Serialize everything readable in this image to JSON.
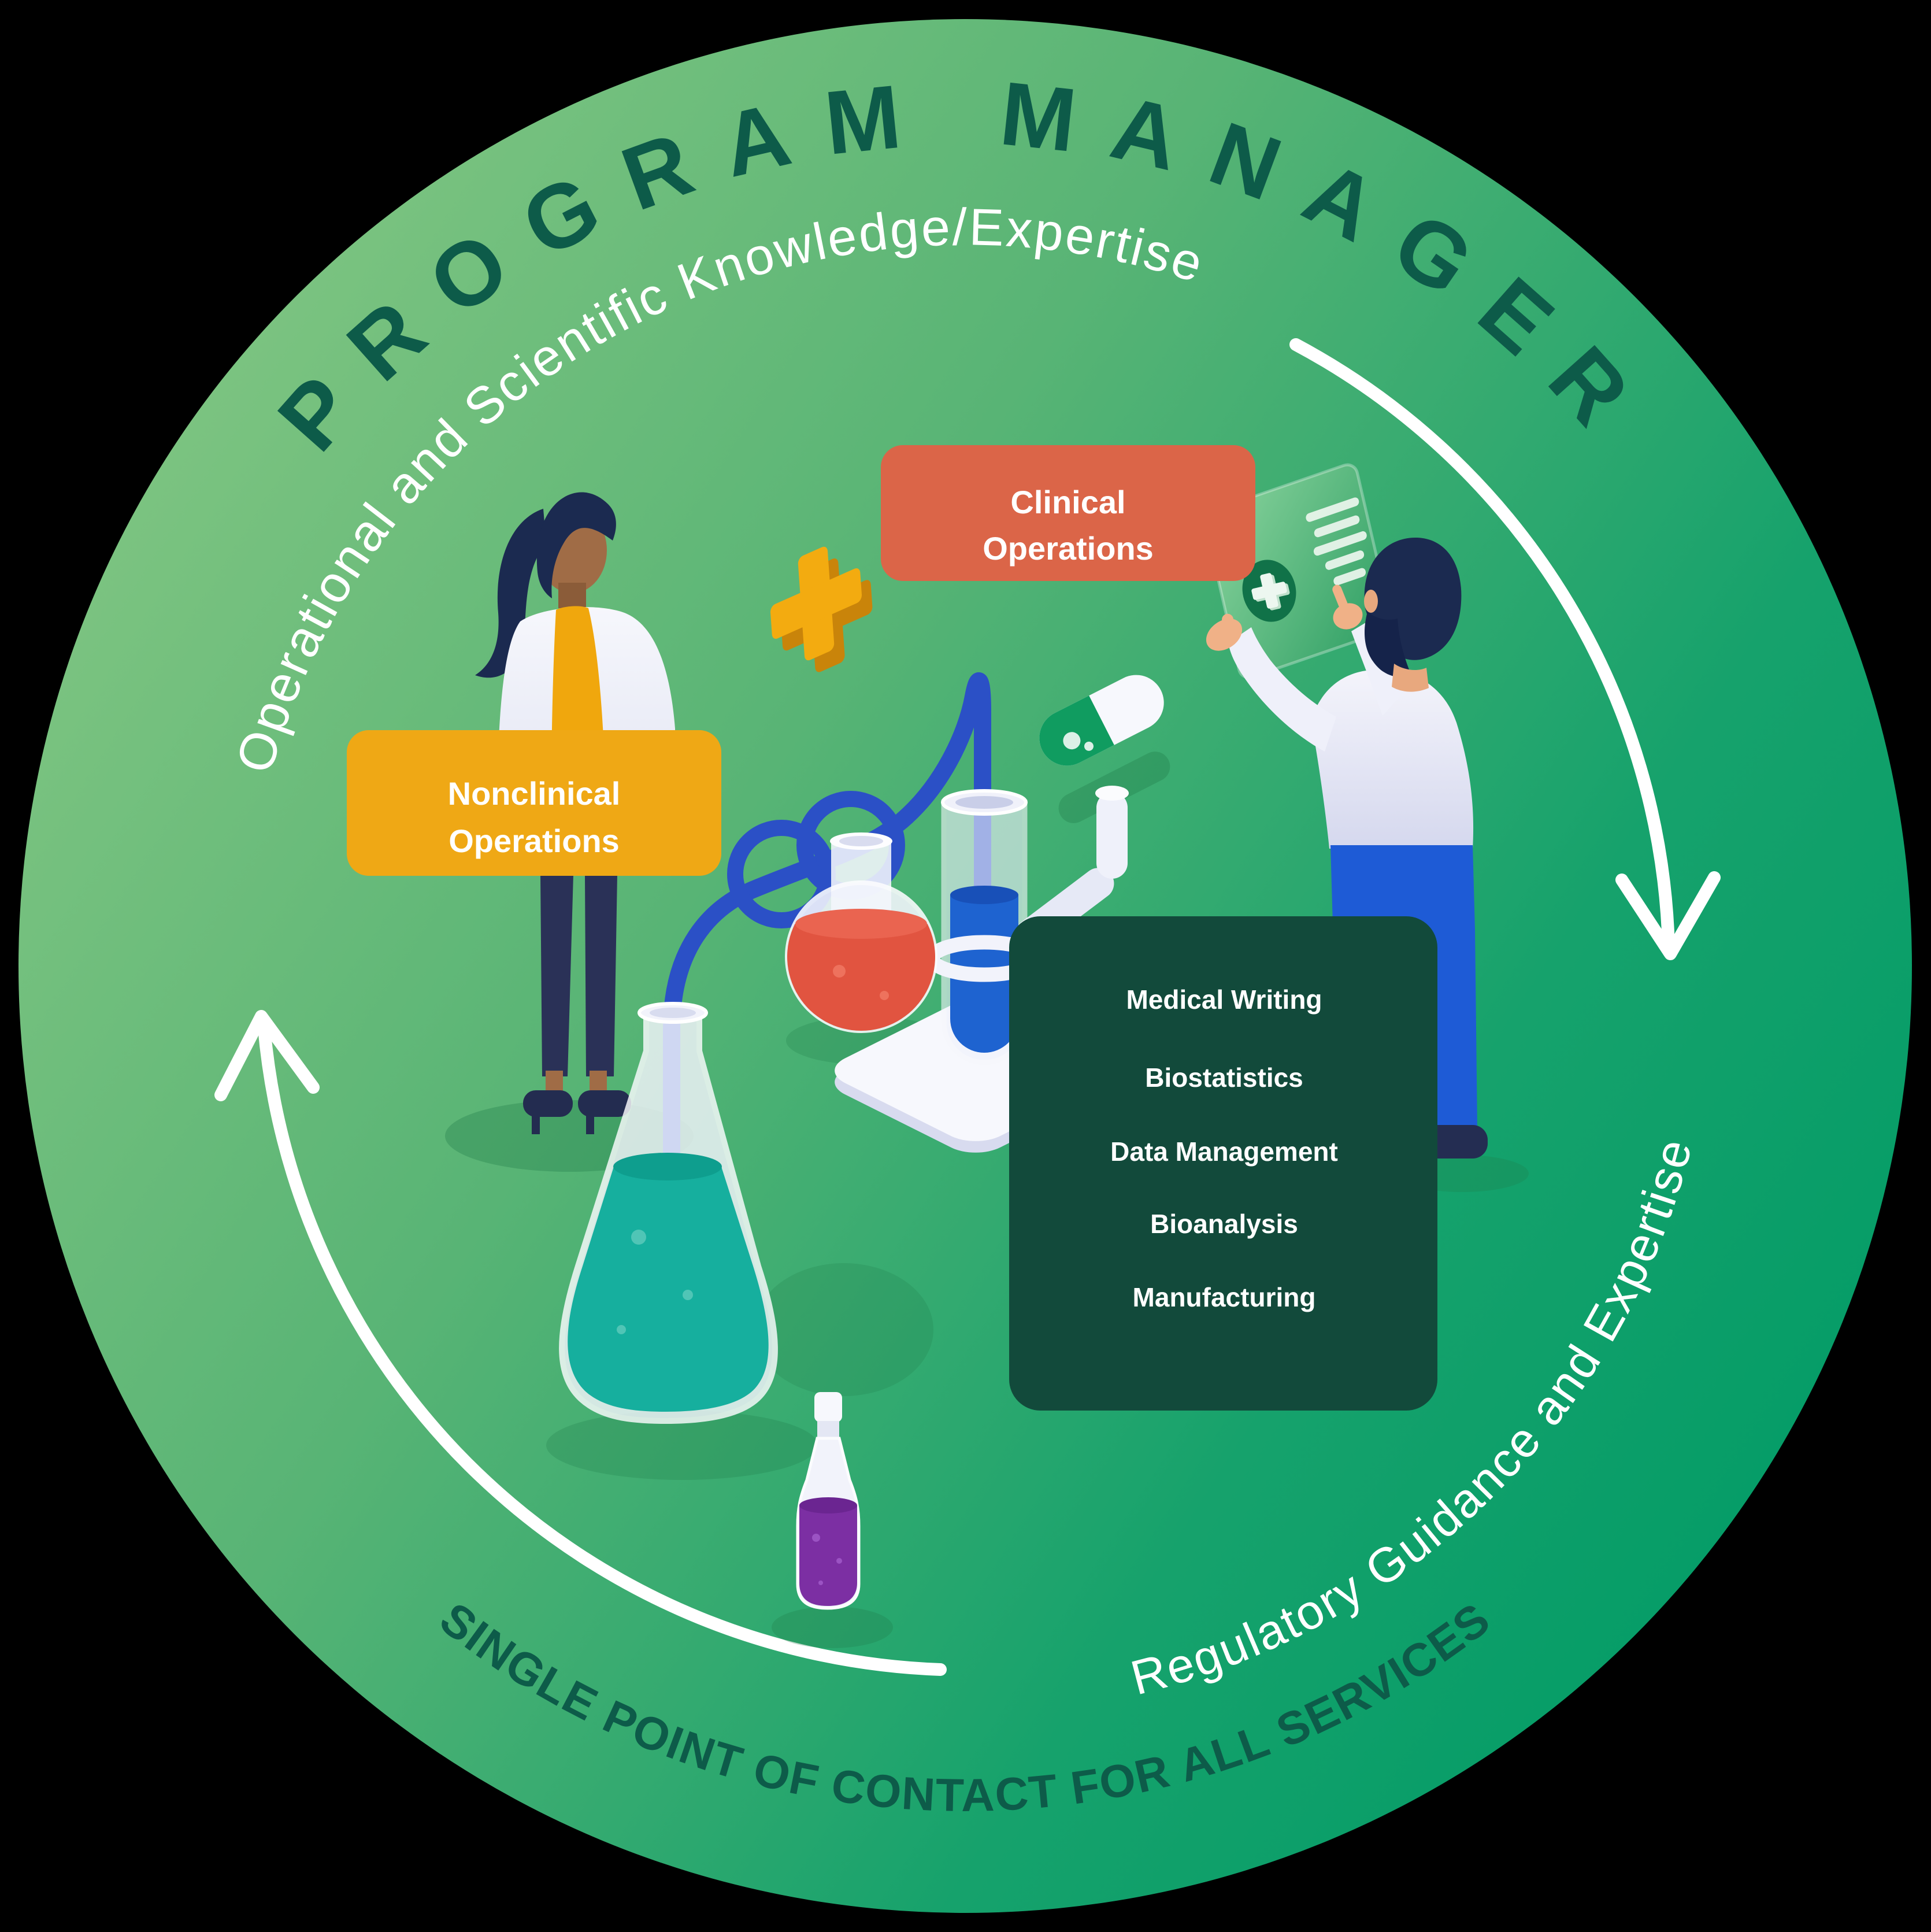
{
  "figure": {
    "title": "PROGRAM MANAGER",
    "arc_top": "Operational and Scientific Knowledge/Expertise",
    "arc_bottom_right": "Regulatory Guidance and Expertise",
    "arc_bottom": "SINGLE POINT OF CONTACT FOR ALL SERVICES"
  },
  "labels": {
    "clinical": {
      "line1": "Clinical",
      "line2": "Operations"
    },
    "nonclinical": {
      "line1": "Nonclinical",
      "line2": "Operations"
    },
    "services": {
      "items": [
        "Medical Writing",
        "Biostatistics",
        "Data Management",
        "Bioanalysis",
        "Manufacturing"
      ]
    }
  },
  "colors": {
    "background": "#000000",
    "circle_gradient_light": "#81C581",
    "circle_gradient_dark": "#009B66",
    "title_green": "#0D5B49",
    "arc_white": "#FFFFFF",
    "clinical_box": "#DB6548",
    "nonclinical_box": "#EFA815",
    "services_box": "#124A3B",
    "tube_blue": "#2B50C6",
    "testtube_liquid": "#1E63D0",
    "erlenmeyer_liquid": "#16AF9E",
    "round_flask_liquid": "#E15440",
    "bottle_liquid": "#7C2FA3",
    "capsule_green": "#109C60",
    "plus_yellow": "#F3AB10"
  }
}
